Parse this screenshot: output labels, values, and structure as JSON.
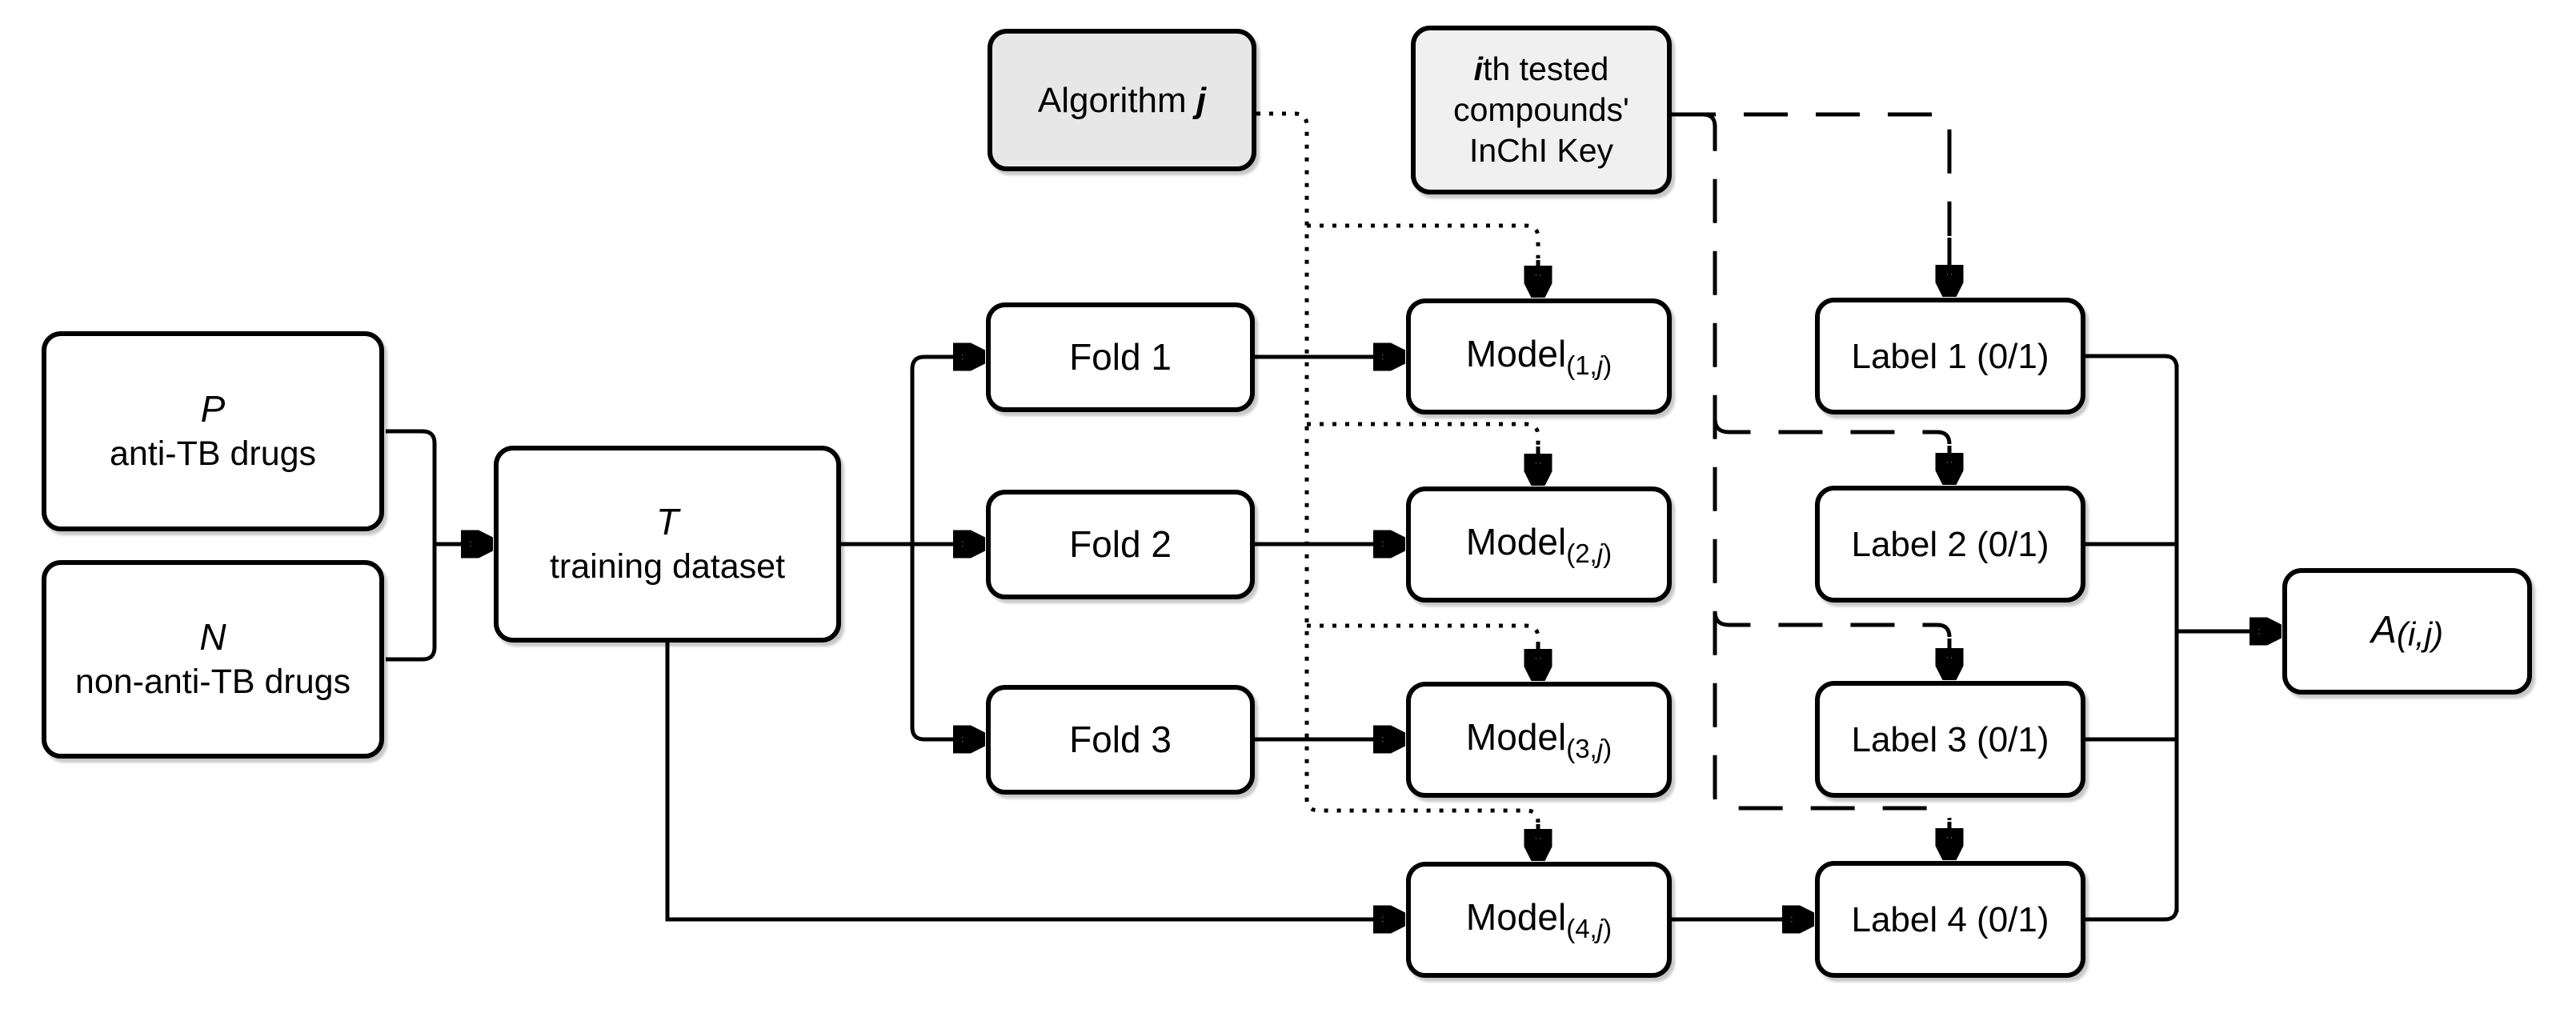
{
  "colors": {
    "background": "#ffffff",
    "stroke": "#000000",
    "node_fill": "#ffffff",
    "algorithm_fill": "#e7e7e7",
    "inchi_fill": "#f0f0f0"
  },
  "nodes": {
    "positive": {
      "symbol": "P",
      "description": "anti-TB drugs"
    },
    "negative": {
      "symbol": "N",
      "description": "non-anti-TB drugs"
    },
    "training": {
      "symbol": "T",
      "description": "training dataset"
    },
    "algorithm": {
      "label": "Algorithm ",
      "variable": "j"
    },
    "inchi": {
      "variable": "i",
      "line1_rest": "th tested",
      "line2": "compounds'",
      "line3": "InChI Key"
    },
    "folds": [
      {
        "label": "Fold 1"
      },
      {
        "label": "Fold 2"
      },
      {
        "label": "Fold 3"
      }
    ],
    "models": [
      {
        "base": "Model",
        "sub_prefix": "(1,",
        "sub_variable": "j",
        "sub_suffix": ")"
      },
      {
        "base": "Model",
        "sub_prefix": "(2,",
        "sub_variable": "j",
        "sub_suffix": ")"
      },
      {
        "base": "Model",
        "sub_prefix": "(3,",
        "sub_variable": "j",
        "sub_suffix": ")"
      },
      {
        "base": "Model",
        "sub_prefix": "(4,",
        "sub_variable": "j",
        "sub_suffix": ")"
      }
    ],
    "labels": [
      {
        "text": "Label 1 (0/1)"
      },
      {
        "text": "Label 2 (0/1)"
      },
      {
        "text": "Label 3 (0/1)"
      },
      {
        "text": "Label 4 (0/1)"
      }
    ],
    "output": {
      "base": "A",
      "sub_prefix": "(i,",
      "sub_variable": "j",
      "sub_suffix": ")"
    }
  }
}
